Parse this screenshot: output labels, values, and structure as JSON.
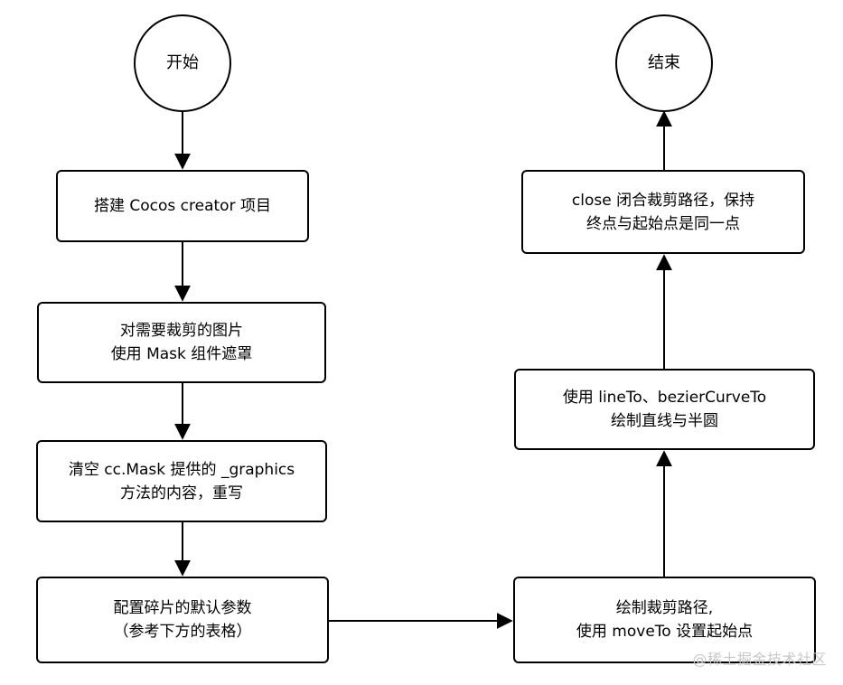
{
  "nodes": {
    "start": "开始",
    "end": "结束",
    "step1": "搭建 Cocos creator 项目",
    "step2": "对需要裁剪的图片\n使用 Mask 组件遮罩",
    "step3": "清空 cc.Mask 提供的 _graphics\n方法的内容，重写",
    "step4": "配置碎片的默认参数\n（参考下方的表格）",
    "step5": "绘制裁剪路径,\n使用 moveTo 设置起始点",
    "step6": "使用 lineTo、bezierCurveTo\n绘制直线与半圆",
    "step7": "close 闭合裁剪路径，保持\n终点与起始点是同一点"
  },
  "watermark": "@稀土掘金技术社区"
}
